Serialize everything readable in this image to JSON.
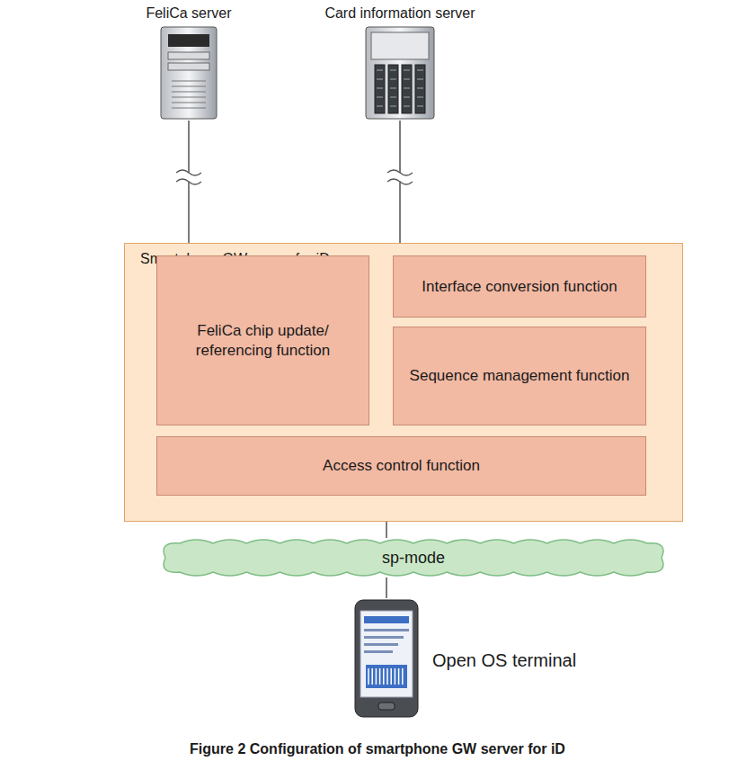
{
  "diagram": {
    "caption": "Figure 2 Configuration of smartphone GW server for iD",
    "nodes": [
      {
        "text": [
          "FeliCa server"
        ]
      },
      {
        "text": [
          "Card information server"
        ]
      },
      {
        "text": [
          "Smartphone GW server for iD"
        ]
      },
      {
        "text": [
          "FeliCa chip update/ referencing function"
        ],
        "in": 2
      },
      {
        "text": [
          "Interface conversion function"
        ],
        "in": 2
      },
      {
        "text": [
          "Sequence management function"
        ],
        "in": 2
      },
      {
        "text": [
          "Access control function"
        ],
        "in": 2
      },
      {
        "text": [
          "sp-mode"
        ]
      },
      {
        "text": [
          "Open OS terminal"
        ]
      }
    ],
    "edges": [
      {
        "from": 0,
        "to": 2,
        "arrow": "none"
      },
      {
        "from": 1,
        "to": 2,
        "arrow": "none"
      },
      {
        "from": 2,
        "to": 7,
        "arrow": "none"
      },
      {
        "from": 7,
        "to": 8,
        "arrow": "none"
      }
    ]
  }
}
